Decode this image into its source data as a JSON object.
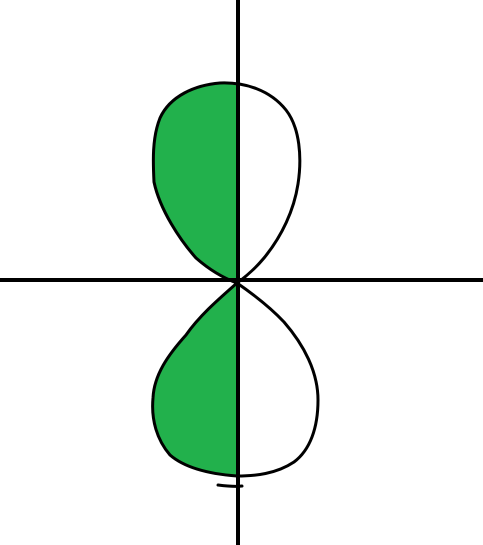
{
  "diagram": {
    "fill_color": "#22b14c",
    "stroke_color": "#000000",
    "background_color": "#ffffff",
    "shaded_side": "left",
    "lobes": [
      "upper",
      "lower"
    ]
  }
}
